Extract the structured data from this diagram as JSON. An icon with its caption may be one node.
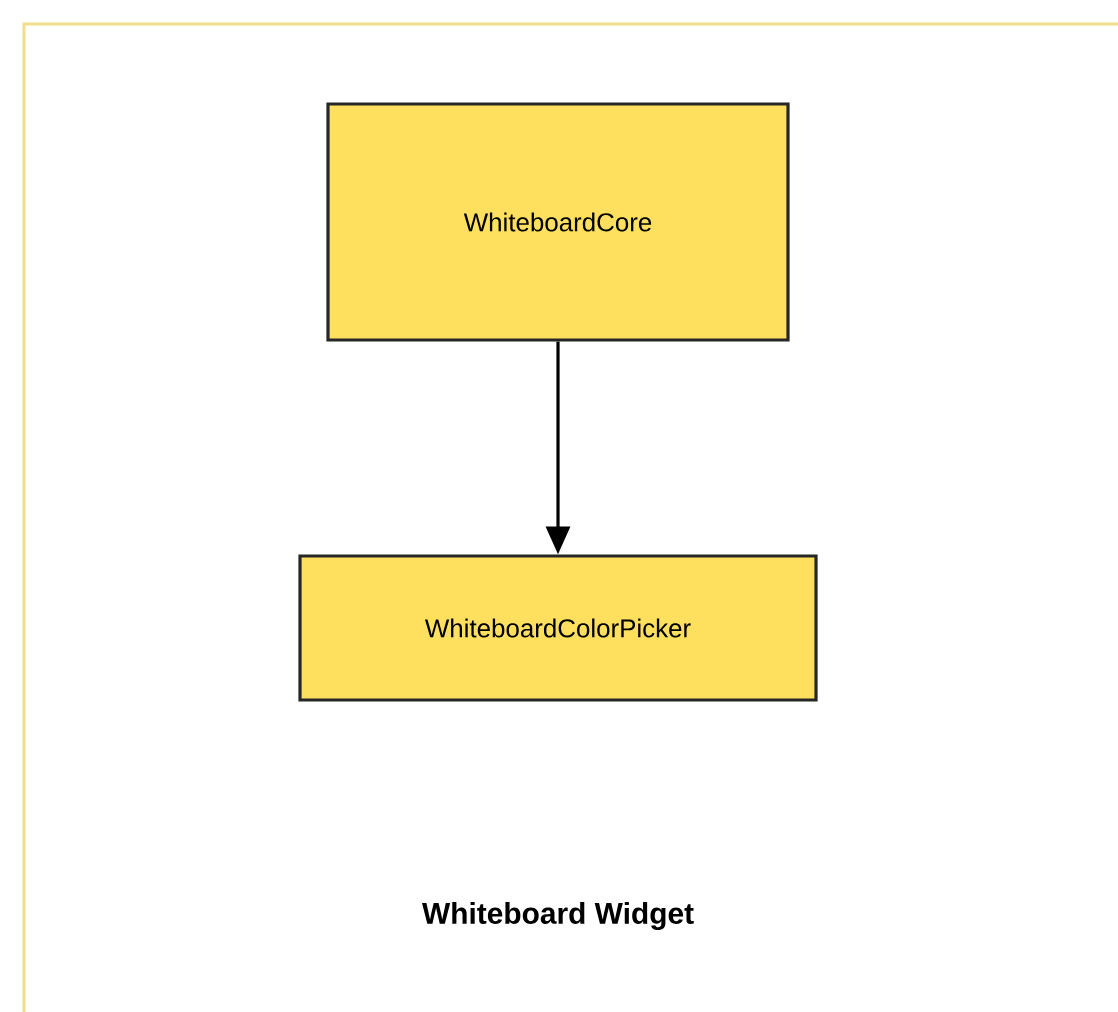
{
  "diagram": {
    "title": "Whiteboard Widget",
    "nodes": [
      {
        "text": [
          "WhiteboardCore"
        ]
      },
      {
        "text": [
          "WhiteboardColorPicker"
        ]
      }
    ],
    "edges": [
      {
        "from": 0,
        "to": 1,
        "arrow": "to"
      }
    ]
  }
}
